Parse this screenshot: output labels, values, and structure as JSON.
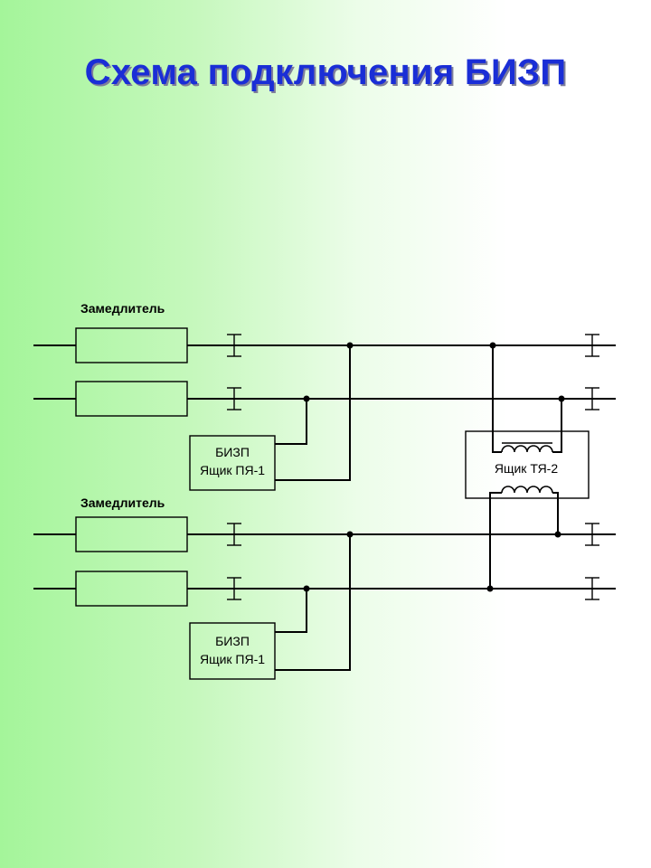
{
  "title": "Схема подключения БИЗП",
  "retarder_label_top": "Замедлитель",
  "retarder_label_bottom": "Замедлитель",
  "bizp_top": {
    "line1": "БИЗП",
    "line2": "Ящик ПЯ-1"
  },
  "bizp_bottom": {
    "line1": "БИЗП",
    "line2": "Ящик ПЯ-1"
  },
  "transformer_box_label": "Ящик ТЯ-2"
}
